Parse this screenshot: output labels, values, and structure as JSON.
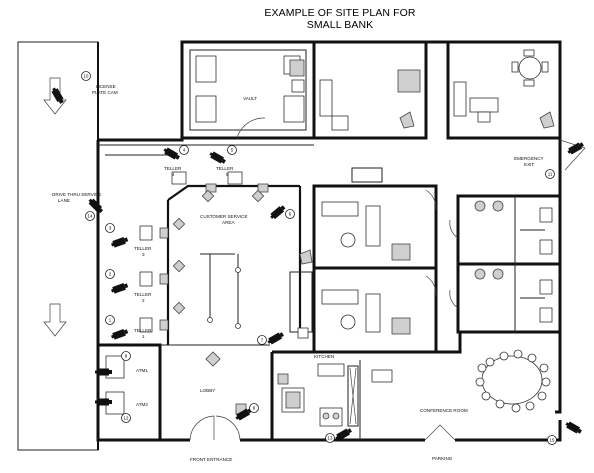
{
  "title": {
    "line1": "EXAMPLE OF SITE PLAN FOR",
    "line2": "SMALL BANK"
  },
  "labels": {
    "license_cam_1": "LICENSE",
    "license_cam_2": "PLATE CAM",
    "drive_thru_1": "DRIVE THRU SERVICE",
    "drive_thru_2": "LANE",
    "vault": "VAULT",
    "teller4_1": "TELLER",
    "teller4_2": "4",
    "teller5_1": "TELLER",
    "teller5_2": "5",
    "teller3_1": "TELLER",
    "teller3_2": "3",
    "teller2_1": "TELLER",
    "teller2_2": "2",
    "teller1_1": "TELLER",
    "teller1_2": "1",
    "customer_service_1": "CUSTOMER SERVICE",
    "customer_service_2": "AREA",
    "emergency_1": "EMERGENCY",
    "emergency_2": "EXIT",
    "kitchen": "KITCHEN",
    "atm1": "ATM1",
    "atm2": "ATM2",
    "lobby": "LOBBY",
    "conference": "CONFERENCE ROOM",
    "front_entrance": "FRONT ENTRANCE",
    "parking": "PARKING"
  },
  "cameras": [
    {
      "id": "1",
      "label": "1"
    },
    {
      "id": "2",
      "label": "2"
    },
    {
      "id": "3",
      "label": "3"
    },
    {
      "id": "4",
      "label": "4"
    },
    {
      "id": "5",
      "label": "5"
    },
    {
      "id": "6",
      "label": "6"
    },
    {
      "id": "7",
      "label": "7"
    },
    {
      "id": "8",
      "label": "8"
    },
    {
      "id": "9",
      "label": "9"
    },
    {
      "id": "10",
      "label": "10"
    },
    {
      "id": "11",
      "label": "11"
    },
    {
      "id": "12",
      "label": "12"
    },
    {
      "id": "13",
      "label": "13"
    },
    {
      "id": "14",
      "label": "14"
    },
    {
      "id": "15",
      "label": "15"
    }
  ],
  "colors": {
    "wall": "#111111",
    "camera": "#111111",
    "background": "#ffffff"
  }
}
